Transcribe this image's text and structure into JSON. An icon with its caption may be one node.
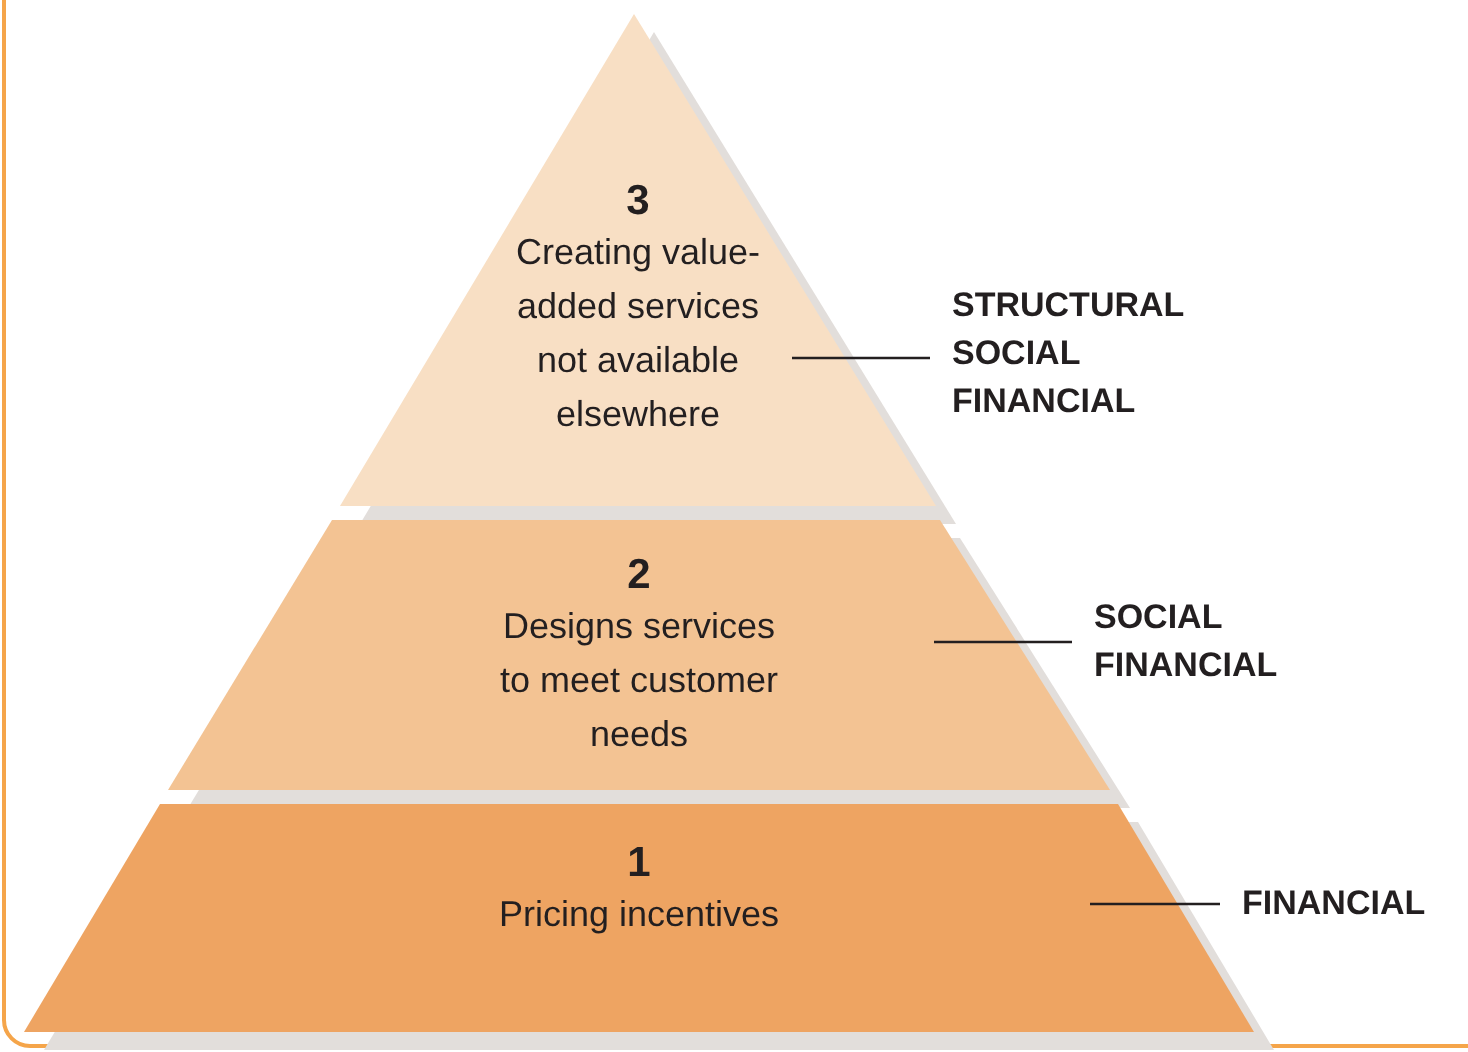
{
  "diagram": {
    "nodes": [
      {
        "text": [
          "3",
          "Creating value-added services not available elsewhere"
        ]
      },
      {
        "text": [
          "STRUCTURAL SOCIAL FINANCIAL"
        ]
      },
      {
        "text": [
          "2",
          "Designs services to meet customer needs"
        ]
      },
      {
        "text": [
          "SOCIAL FINANCIAL"
        ]
      },
      {
        "text": [
          "1",
          "Pricing incentives"
        ]
      },
      {
        "text": [
          "FINANCIAL"
        ]
      }
    ],
    "edges": [
      {
        "from": 1,
        "to": 0,
        "arrow": "none"
      },
      {
        "from": 3,
        "to": 2,
        "arrow": "none"
      },
      {
        "from": 5,
        "to": 4,
        "arrow": "none"
      }
    ]
  }
}
